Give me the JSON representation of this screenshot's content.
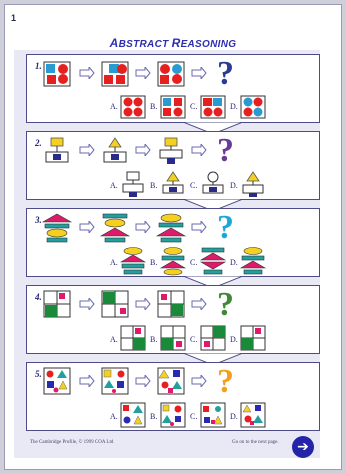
{
  "page_number": "1",
  "title": {
    "big1": "A",
    "small1": "BSTRACT ",
    "big2": "R",
    "small2": "EASONING"
  },
  "questions": [
    {
      "number": "1.",
      "options": [
        "A.",
        "B.",
        "C.",
        "D."
      ],
      "qmark_color": "#2c3a90"
    },
    {
      "number": "2.",
      "options": [
        "A.",
        "B.",
        "C.",
        "D."
      ],
      "qmark_color": "#6a3a98"
    },
    {
      "number": "3.",
      "options": [
        "A.",
        "B.",
        "C.",
        "D."
      ],
      "qmark_color": "#1fa6d6"
    },
    {
      "number": "4.",
      "options": [
        "A.",
        "B.",
        "C.",
        "D."
      ],
      "qmark_color": "#3d8a32"
    },
    {
      "number": "5.",
      "options": [
        "A.",
        "B.",
        "C.",
        "D."
      ],
      "qmark_color": "#f0a020"
    }
  ],
  "footer": {
    "left": "The Cambridge Profile, © 1999 COA Ltd",
    "right": "Go on to the next page."
  },
  "icons": {
    "next": "arrow-right-circle-icon"
  },
  "colors": {
    "frame": "#4d4c86",
    "title": "#2e2fae",
    "panel": "#e9e9f6"
  }
}
